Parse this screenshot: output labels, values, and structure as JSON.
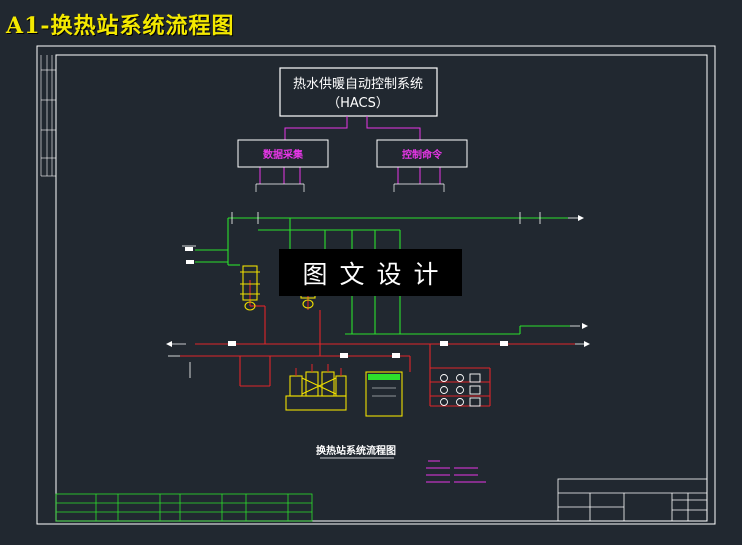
{
  "page_title": "A1-换热站系统流程图",
  "system_box": {
    "line1": "热水供暖自动控制系统",
    "line2": "（HACS）"
  },
  "data_acq_label": "数据采集",
  "control_cmd_label": "控制命令",
  "drawing_caption": "换热站系统流程图",
  "watermark": "图文设计",
  "colors": {
    "background": "#212830",
    "title": "#f4e900",
    "border": "#ffffff",
    "supply": "#2ce02c",
    "return": "#e0262a",
    "signal": "#e636e6",
    "equipment": "#f0e000"
  }
}
